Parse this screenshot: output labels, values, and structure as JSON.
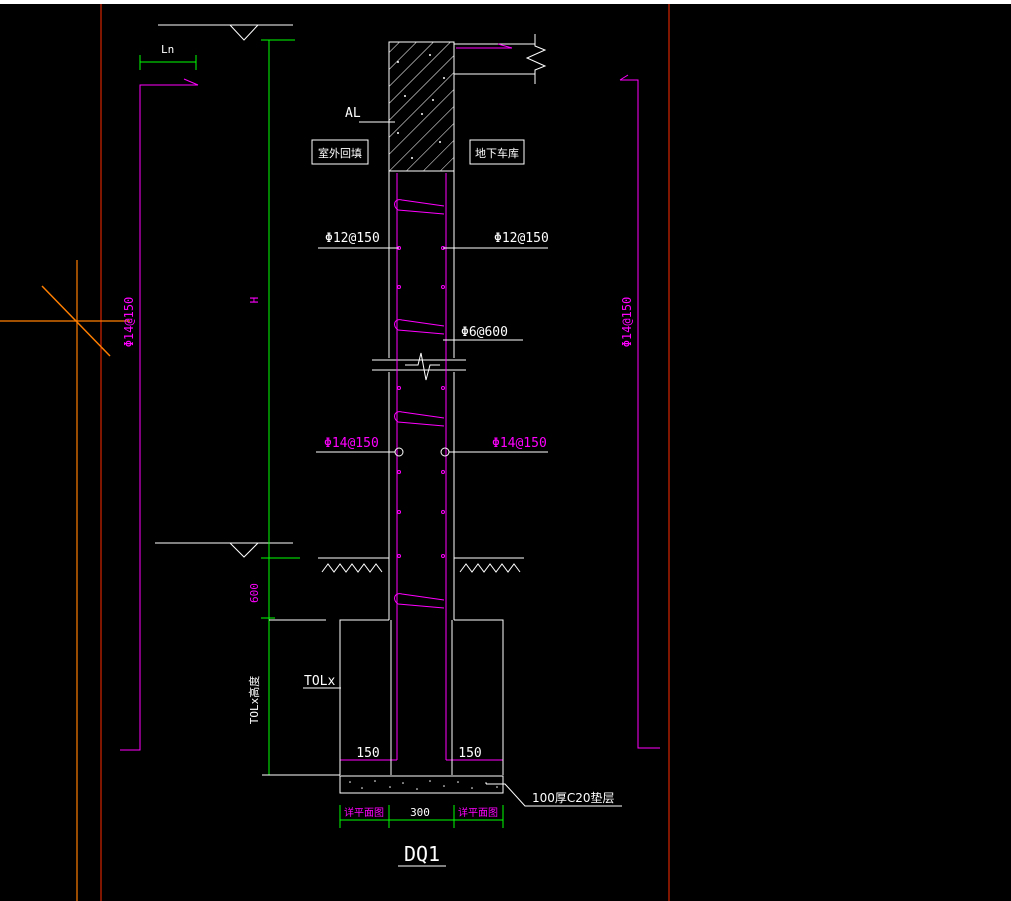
{
  "drawing": {
    "title": "DQ1",
    "labels": {
      "ln": "Ln",
      "al": "AL",
      "outdoor_backfill": "室外回填",
      "underground_garage": "地下车库",
      "rebar_left_top": "Φ12@150",
      "rebar_right_top": "Φ12@150",
      "tie_bar": "Φ6@600",
      "rebar_left_bottom": "Φ14@150",
      "rebar_right_bottom": "Φ14@150",
      "vertical_left": "Φ14@150",
      "vertical_right": "Φ14@150",
      "height_h": "H",
      "dim_600": "600",
      "tolx_height": "TOLx高度",
      "tolx": "TOLx",
      "dim_150_left": "150",
      "dim_150_right": "150",
      "cushion": "100厚C20垫层",
      "dim_left_width": "详平面图",
      "dim_300": "300",
      "dim_right_width": "详平面图"
    }
  },
  "colors": {
    "background": "#000000",
    "structure": "#ffffff",
    "rebar": "#ff00ff",
    "dimension": "#00ff00",
    "grid_axis": "#ff2a00",
    "orange": "#ff7f00"
  }
}
